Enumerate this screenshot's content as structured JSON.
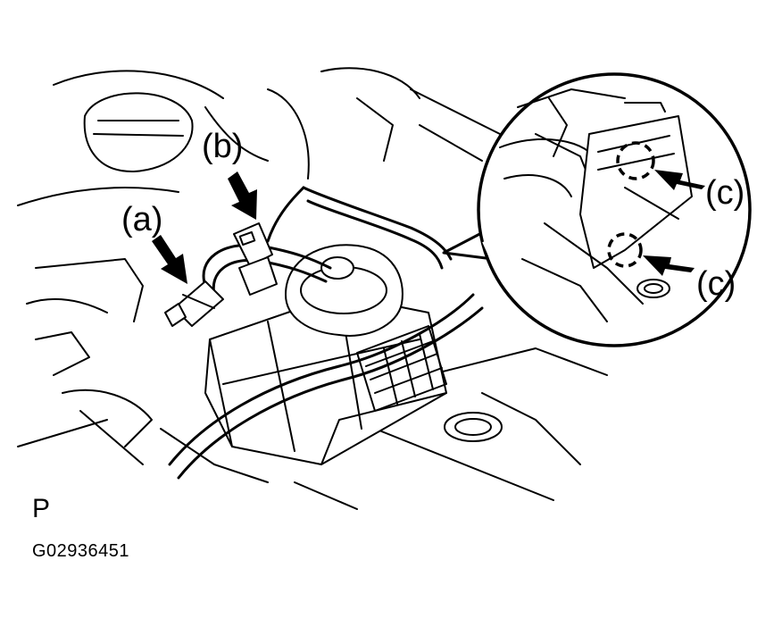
{
  "labels": {
    "a": "(a)",
    "b": "(b)",
    "c_upper": "(c)",
    "c_lower": "(c)"
  },
  "footer": {
    "view_letter": "P",
    "figure_id": "G02936451"
  }
}
